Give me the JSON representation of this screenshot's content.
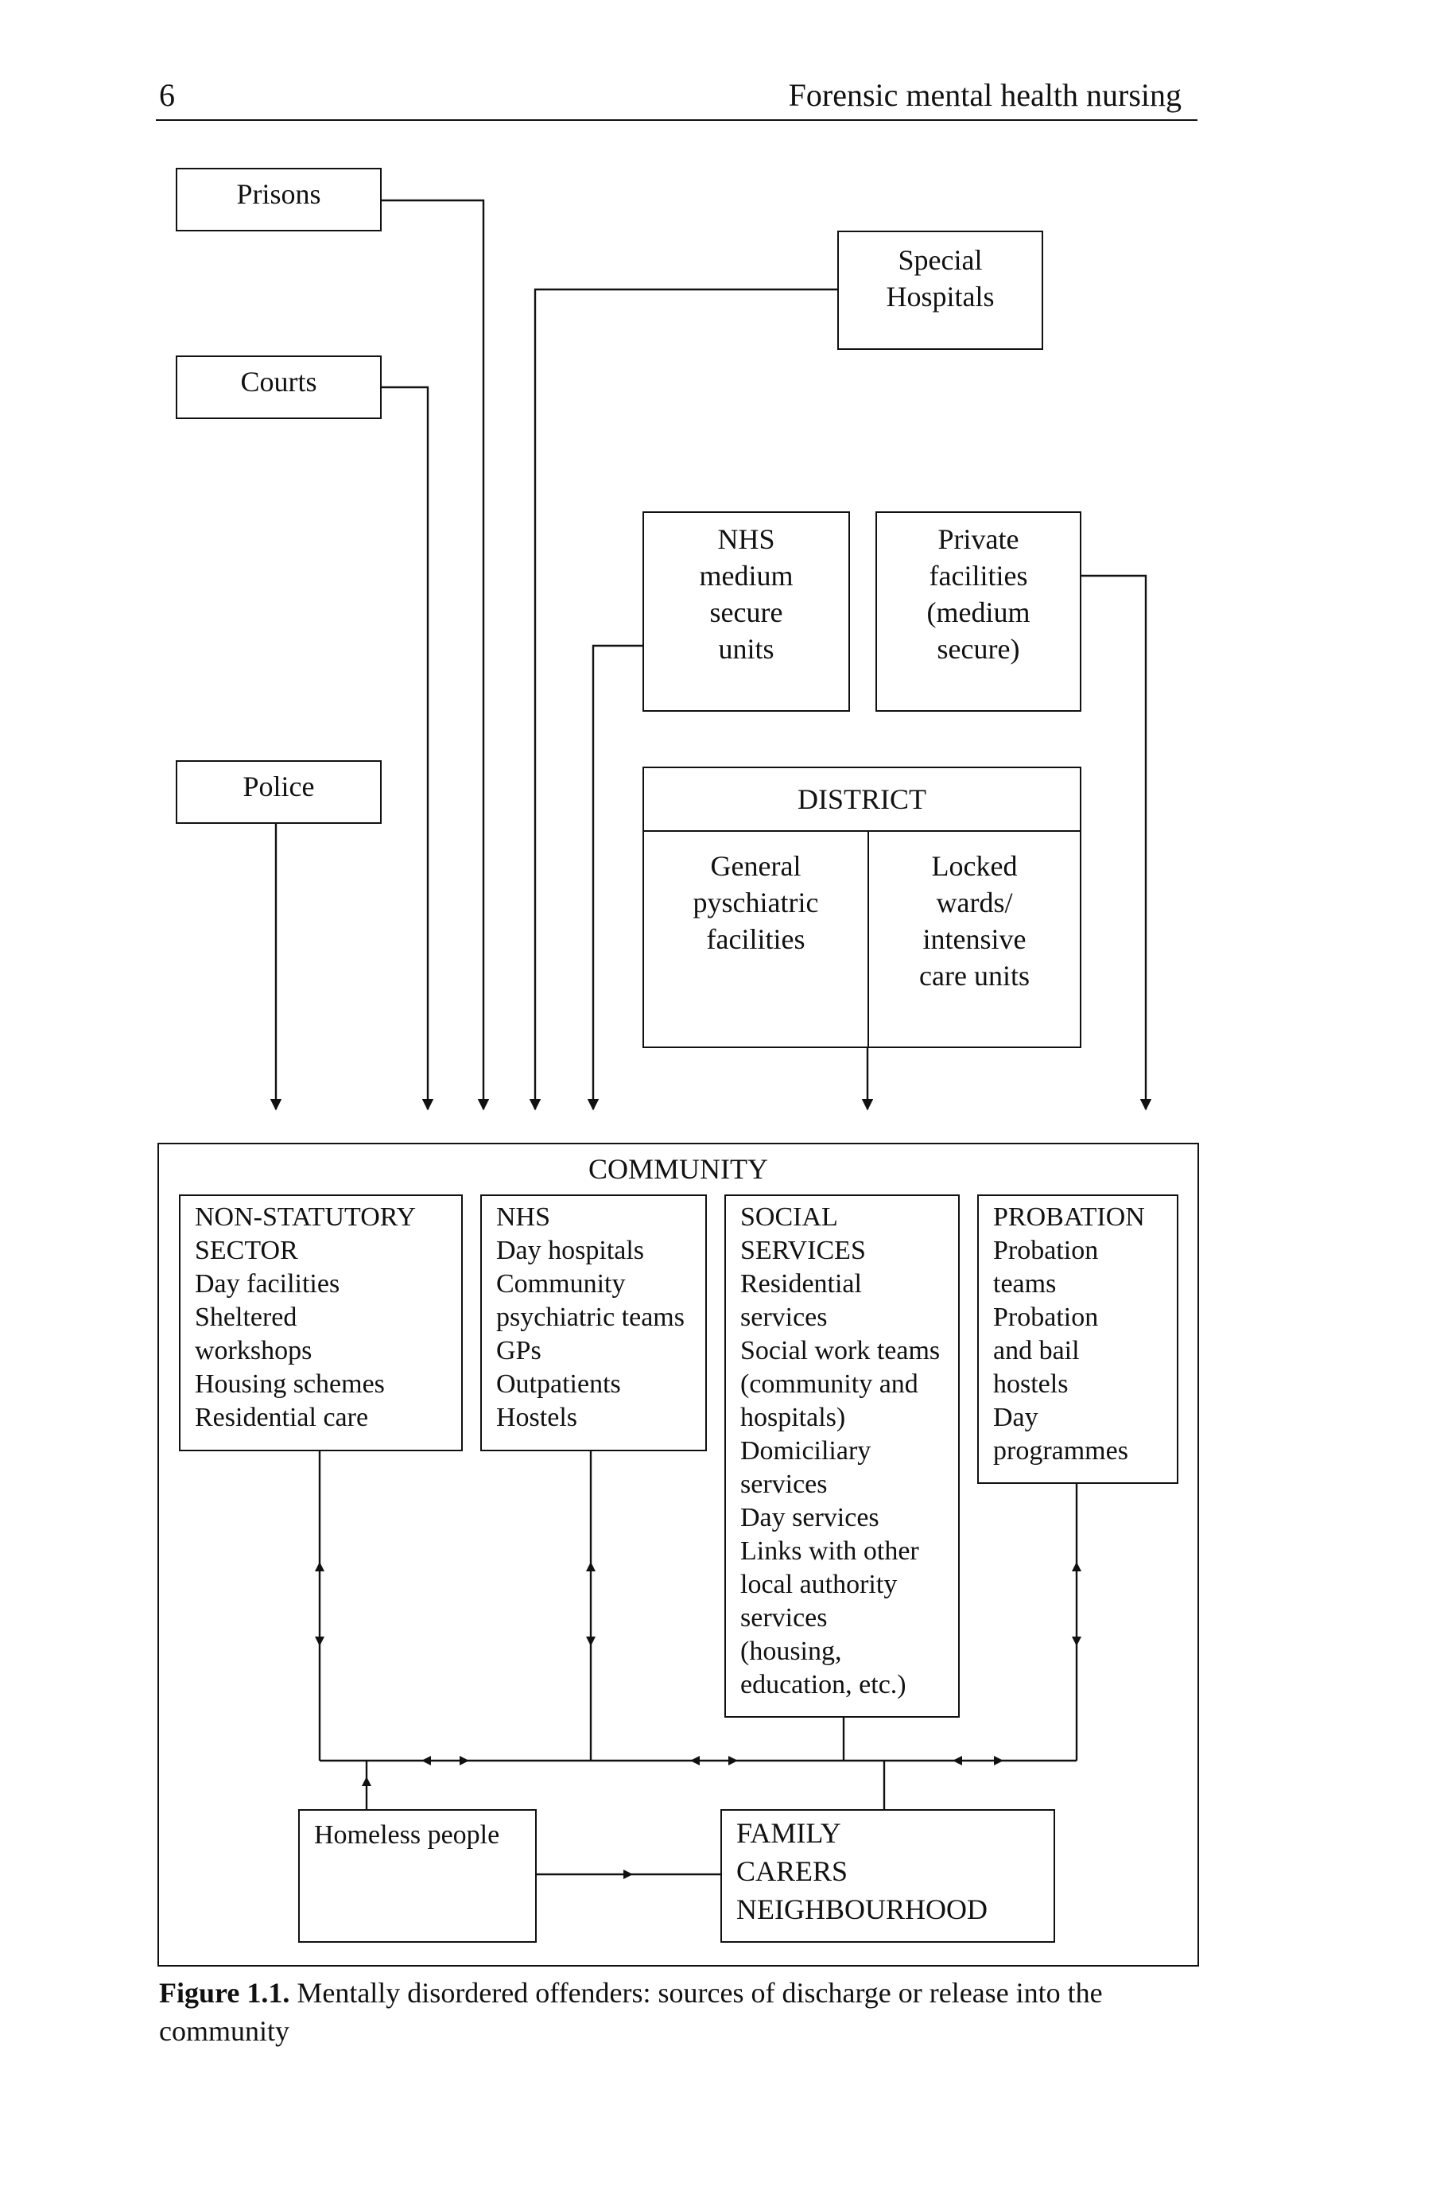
{
  "page": {
    "number": "6",
    "running_title": "Forensic mental health nursing"
  },
  "diagram": {
    "sources": {
      "prisons": "Prisons",
      "courts": "Courts",
      "police": "Police",
      "special_hospitals": [
        "Special",
        "Hospitals"
      ],
      "nhs_msu": [
        "NHS",
        "medium",
        "secure",
        "units"
      ],
      "private": [
        "Private",
        "facilities",
        "(medium",
        "secure)"
      ],
      "district": {
        "title": "DISTRICT",
        "left": [
          "General",
          "pyschiatric",
          "facilities"
        ],
        "right": [
          "Locked",
          "wards/",
          "intensive",
          "care units"
        ]
      }
    },
    "community": {
      "title": "COMMUNITY",
      "non_statutory": [
        "NON-STATUTORY",
        "SECTOR",
        "Day facilities",
        "Sheltered",
        "workshops",
        "Housing schemes",
        "Residential care"
      ],
      "nhs": [
        "NHS",
        "Day hospitals",
        "Community",
        "psychiatric teams",
        "GPs",
        "Outpatients",
        "Hostels"
      ],
      "social": [
        "SOCIAL",
        "SERVICES",
        "Residential",
        "services",
        "Social work teams",
        "(community and",
        "hospitals)",
        "Domiciliary",
        "services",
        "Day services",
        "Links with other",
        "local authority",
        "services",
        "(housing,",
        "education, etc.)"
      ],
      "probation": [
        "PROBATION",
        "Probation",
        "teams",
        "Probation",
        "and bail",
        "hostels",
        "Day",
        "programmes"
      ],
      "homeless": "Homeless people",
      "family": [
        "FAMILY",
        "CARERS",
        "NEIGHBOURHOOD"
      ]
    }
  },
  "caption": {
    "label": "Figure 1.1.",
    "text": " Mentally disordered offenders: sources of discharge or release into the community"
  }
}
